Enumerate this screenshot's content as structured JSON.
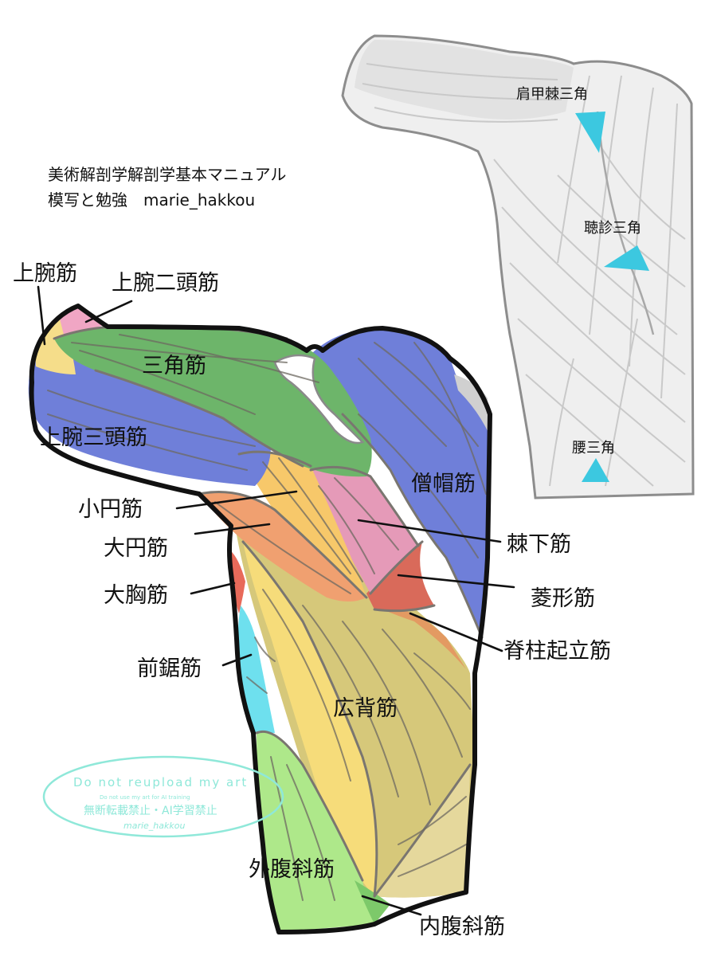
{
  "header": {
    "line1": "美術解剖学解剖学基本マニュアル",
    "line2": "模写と勉強　marie_hakkou"
  },
  "labels": {
    "brachialis": "上腕筋",
    "biceps": "上腕二頭筋",
    "deltoid": "三角筋",
    "triceps": "上腕三頭筋",
    "trapezius": "僧帽筋",
    "teres_minor": "小円筋",
    "teres_major": "大円筋",
    "infraspinatus": "棘下筋",
    "pectoralis_major": "大胸筋",
    "rhomboid": "菱形筋",
    "erector_spinae": "脊柱起立筋",
    "serratus_anterior": "前鋸筋",
    "latissimus_dorsi": "広背筋",
    "external_oblique": "外腹斜筋",
    "internal_oblique": "内腹斜筋"
  },
  "inset_labels": {
    "scapular_spine_triangle": "肩甲棘三角",
    "auscultation_triangle": "聴診三角",
    "lumbar_triangle": "腰三角"
  },
  "watermark": {
    "line1": "Do not reupload my art",
    "line2": "Do not use my art for AI training",
    "line3": "無断転載禁止・AI学習禁止",
    "line4": "marie_hakkou"
  },
  "colors": {
    "deltoid": "#6db56a",
    "trapezius": "#6f7fd9",
    "latissimus": "#d6c87a",
    "teres_major": "#f0a070",
    "teres_minor": "#f7c86a",
    "infraspinatus": "#e59ab8",
    "rhomboid": "#d96a5a",
    "serratus": "#6ee0ee",
    "external_oblique": "#aee88a",
    "internal_oblique": "#7dc96a",
    "pectoralis": "#e86a5a",
    "biceps": "#f0a6c4",
    "brachialis": "#f5dd8a",
    "triangle_mark": "#3cc8e0"
  }
}
